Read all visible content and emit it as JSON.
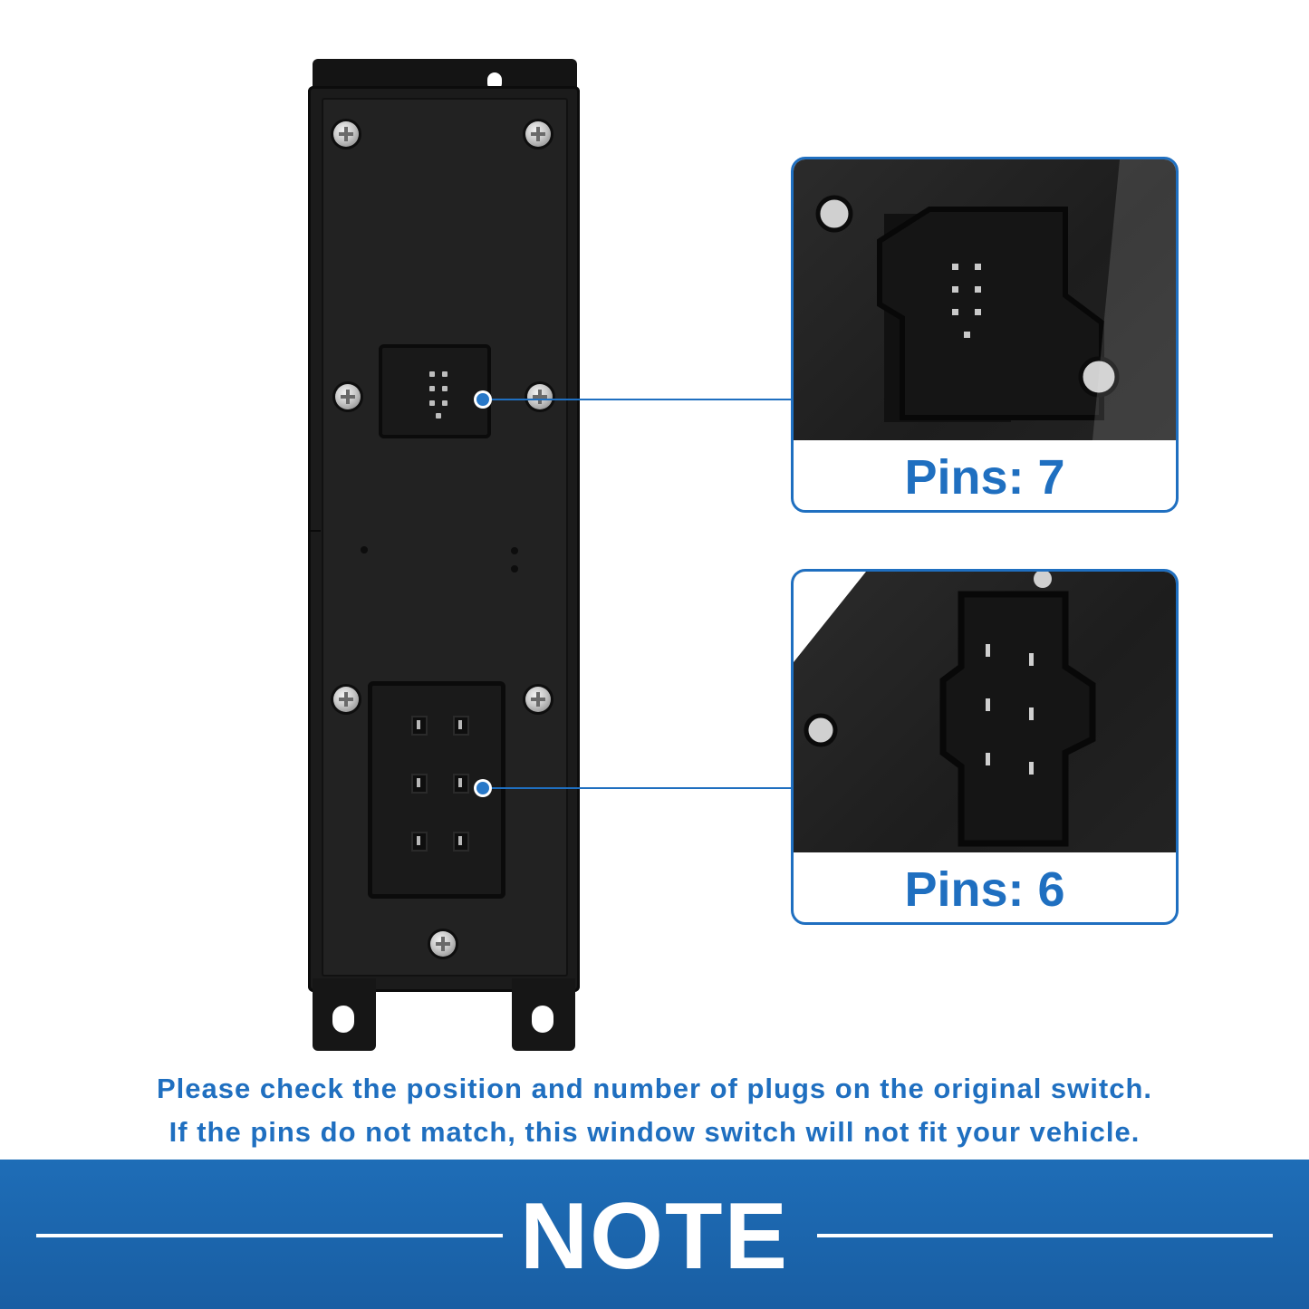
{
  "callouts": [
    {
      "label": "Pins: 7"
    },
    {
      "label": "Pins: 6"
    }
  ],
  "notice": {
    "line1": "Please check the position and number of plugs on the original switch.",
    "line2": "If the pins do not match, this window switch will not fit your vehicle."
  },
  "banner": {
    "title": "NOTE"
  },
  "colors": {
    "accent": "#1f6fc0",
    "banner": "#1e6db7",
    "switch_body": "#1b1b1b"
  }
}
